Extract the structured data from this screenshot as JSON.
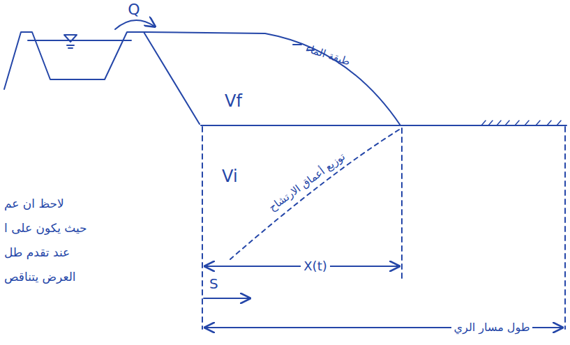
{
  "diagram": {
    "labels": [
      "Q",
      "طبقة الماء",
      "Vf",
      "Vi",
      "توزيع أعماق الارتشاح",
      "X(t)",
      "S",
      "طول مسار الري",
      "لاحظ ان عم",
      "حيث يكون على ا",
      "عند تقدم طل",
      "العرض يتناقص"
    ]
  }
}
